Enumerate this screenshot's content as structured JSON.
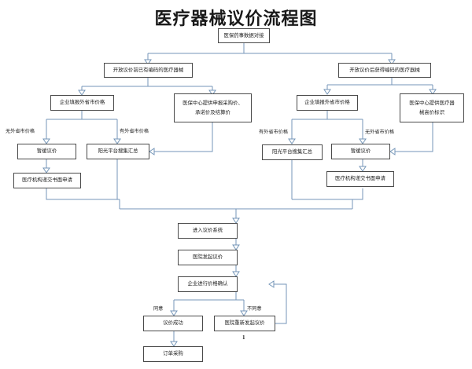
{
  "title": "医疗器械议价流程图",
  "page_number": "1",
  "colors": {
    "connector": "#7596b8",
    "box_border": "#4a4a4a",
    "text": "#1c1c1c",
    "background": "#ffffff"
  },
  "nodes": {
    "root": "医保药事数据对接",
    "branch_left": "开放议价前已有编码的医疗器械",
    "branch_right": "开放议价后获得编码的医疗器械",
    "left_enterprise_report": "企业填报外省市价格",
    "left_center_provide": "医保中心提供申报采购价、承诺价及结算价",
    "left_center_provide_line1": "医保中心提供申报采购价、",
    "left_center_provide_line2": "承诺价及结算价",
    "left_postpone": "暂缓议价",
    "left_sunshine_platform": "阳光平台搜集汇总",
    "left_written_application": "医疗机构递交书面申请",
    "right_enterprise_report": "企业填报外省市价格",
    "right_center_high_price": "医保中心提供医疗器械高价标识",
    "right_center_high_price_line1": "医保中心提供医疗器",
    "right_center_high_price_line2": "械高价标识",
    "right_sunshine_platform": "阳光平台搜集汇总",
    "right_postpone": "暂缓议价",
    "right_written_application": "医疗机构递交书面申请",
    "enter_system": "进入议价系统",
    "hospital_initiate": "医院发起议价",
    "enterprise_confirm": "企业进行价格确认",
    "negotiation_success": "议价成功",
    "hospital_reinitiate": "医院重新发起议价",
    "order_purchase": "订单采购"
  },
  "edge_labels": {
    "left_no_outside_price": "无外省市价格",
    "left_has_outside_price": "有外省市价格",
    "right_has_outside_price": "有外省市价格",
    "right_no_outside_price": "无外省市价格",
    "agree": "同意",
    "disagree": "不同意"
  }
}
